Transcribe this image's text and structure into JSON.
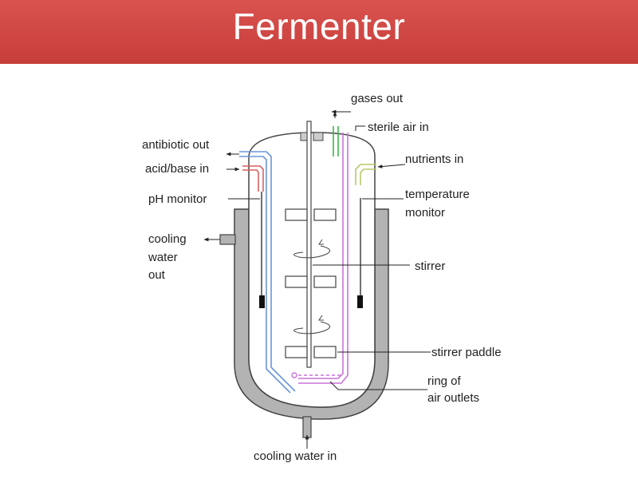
{
  "header": {
    "title": "Fermenter"
  },
  "diagram": {
    "labels": {
      "gases_out": "gases out",
      "sterile_air_in": "sterile air in",
      "antibiotic_out": "antibiotic out",
      "nutrients_in": "nutrients in",
      "acid_base_in": "acid/base in",
      "ph_monitor": "pH monitor",
      "temperature": "temperature",
      "monitor": "monitor",
      "cooling": "cooling",
      "water": "water",
      "out": "out",
      "stirrer": "stirrer",
      "stirrer_paddle": "stirrer paddle",
      "ring_of": "ring of",
      "air_outlets": "air outlets",
      "cooling_water_in": "cooling water in"
    },
    "colors": {
      "header_bg": "#d0463f",
      "jacket_fill": "#b3b3b3",
      "antibiotic_pipe": "#6a96d8",
      "acid_base_pipe": "#d86060",
      "gases_pipe": "#3cb84a",
      "air_pipe": "#c874d8",
      "nutrients_pipe": "#b8c86a"
    }
  }
}
